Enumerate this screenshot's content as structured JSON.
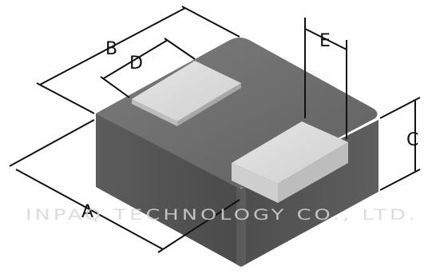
{
  "labels": {
    "a": "A",
    "b": "B",
    "c": "C",
    "d": "D",
    "e": "E"
  },
  "watermark": "INPAQ TECHNOLOGY CO., LTD.",
  "colors": {
    "body_top": "#6f6f6f",
    "body_left": "#565656",
    "body_right": "#4c4c4c",
    "terminal_top": "#d9d9d9",
    "terminal_side": "#bfbfbf",
    "dimension_line": "#111111",
    "watermark": "#d6d6d6"
  }
}
